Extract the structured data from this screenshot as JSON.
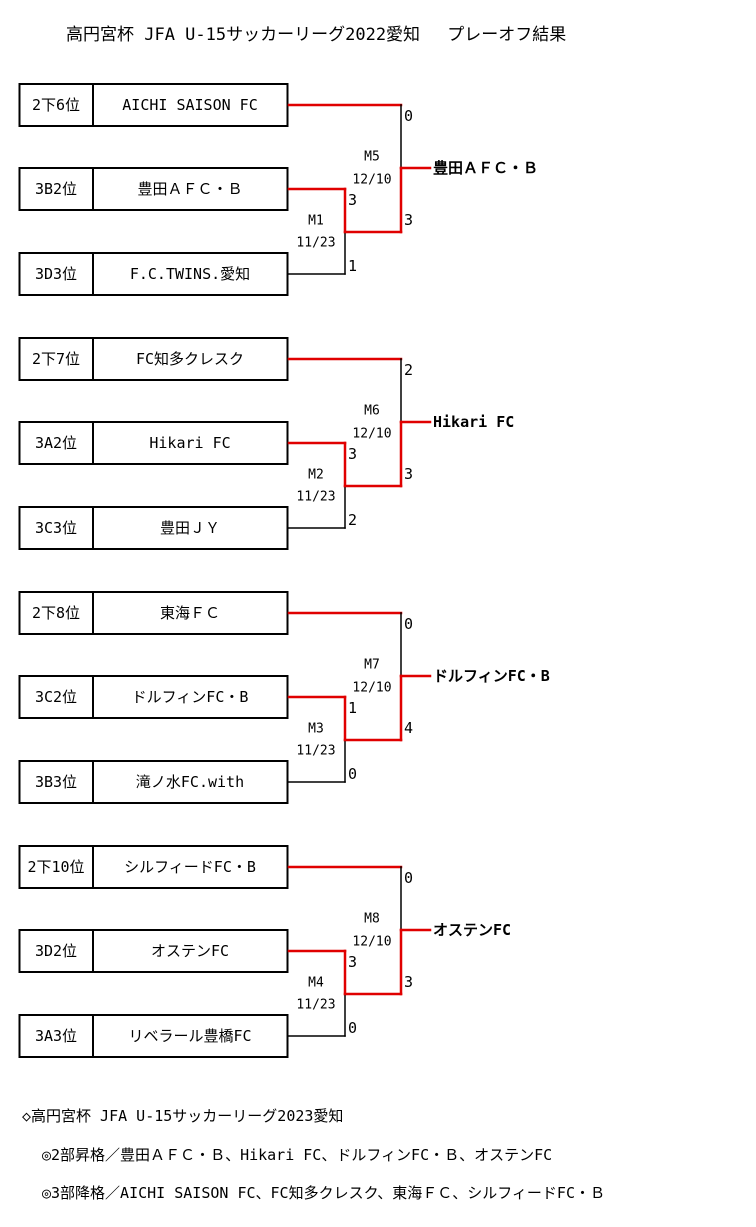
{
  "title": "高円宮杯 JFA U-15サッカーリーグ2022愛知　 プレーオフ結果",
  "brackets": [
    {
      "teams": [
        {
          "rank": "2下6位",
          "name": "AICHI SAISON FC"
        },
        {
          "rank": "3B2位",
          "name": "豊田ＡＦＣ・Ｂ"
        },
        {
          "rank": "3D3位",
          "name": "F.C.TWINS.愛知"
        }
      ],
      "first_match": {
        "id": "M1",
        "date": "11/23",
        "score_top": "3",
        "score_bottom": "1"
      },
      "final_match": {
        "id": "M5",
        "date": "12/10",
        "score_top": "0",
        "score_bottom": "3"
      },
      "winner": "豊田ＡＦＣ・Ｂ"
    },
    {
      "teams": [
        {
          "rank": "2下7位",
          "name": "FC知多クレスク"
        },
        {
          "rank": "3A2位",
          "name": "Hikari FC"
        },
        {
          "rank": "3C3位",
          "name": "豊田ＪＹ"
        }
      ],
      "first_match": {
        "id": "M2",
        "date": "11/23",
        "score_top": "3",
        "score_bottom": "2"
      },
      "final_match": {
        "id": "M6",
        "date": "12/10",
        "score_top": "2",
        "score_bottom": "3"
      },
      "winner": "Hikari FC"
    },
    {
      "teams": [
        {
          "rank": "2下8位",
          "name": "東海ＦＣ"
        },
        {
          "rank": "3C2位",
          "name": "ドルフィンFC・B"
        },
        {
          "rank": "3B3位",
          "name": "滝ノ水FC.with"
        }
      ],
      "first_match": {
        "id": "M3",
        "date": "11/23",
        "score_top": "1",
        "score_bottom": "0"
      },
      "final_match": {
        "id": "M7",
        "date": "12/10",
        "score_top": "0",
        "score_bottom": "4"
      },
      "winner": "ドルフィンFC・B"
    },
    {
      "teams": [
        {
          "rank": "2下10位",
          "name": "シルフィードFC・B"
        },
        {
          "rank": "3D2位",
          "name": "オステンFC"
        },
        {
          "rank": "3A3位",
          "name": "リベラール豊橋FC"
        }
      ],
      "first_match": {
        "id": "M4",
        "date": "11/23",
        "score_top": "3",
        "score_bottom": "0"
      },
      "final_match": {
        "id": "M8",
        "date": "12/10",
        "score_top": "0",
        "score_bottom": "3"
      },
      "winner": "オステンFC"
    }
  ],
  "footer": {
    "heading": "◇高円宮杯 JFA U-15サッカーリーグ2023愛知",
    "promotion": "◎2部昇格／豊田ＡＦＣ・Ｂ、Hikari FC、ドルフィンFC・Ｂ、オステンFC",
    "relegation": "◎3部降格／AICHI SAISON FC、FC知多クレスク、東海ＦＣ、シルフィードFC・Ｂ"
  },
  "colors": {
    "winner_line": "#e00000",
    "line": "#000000"
  }
}
